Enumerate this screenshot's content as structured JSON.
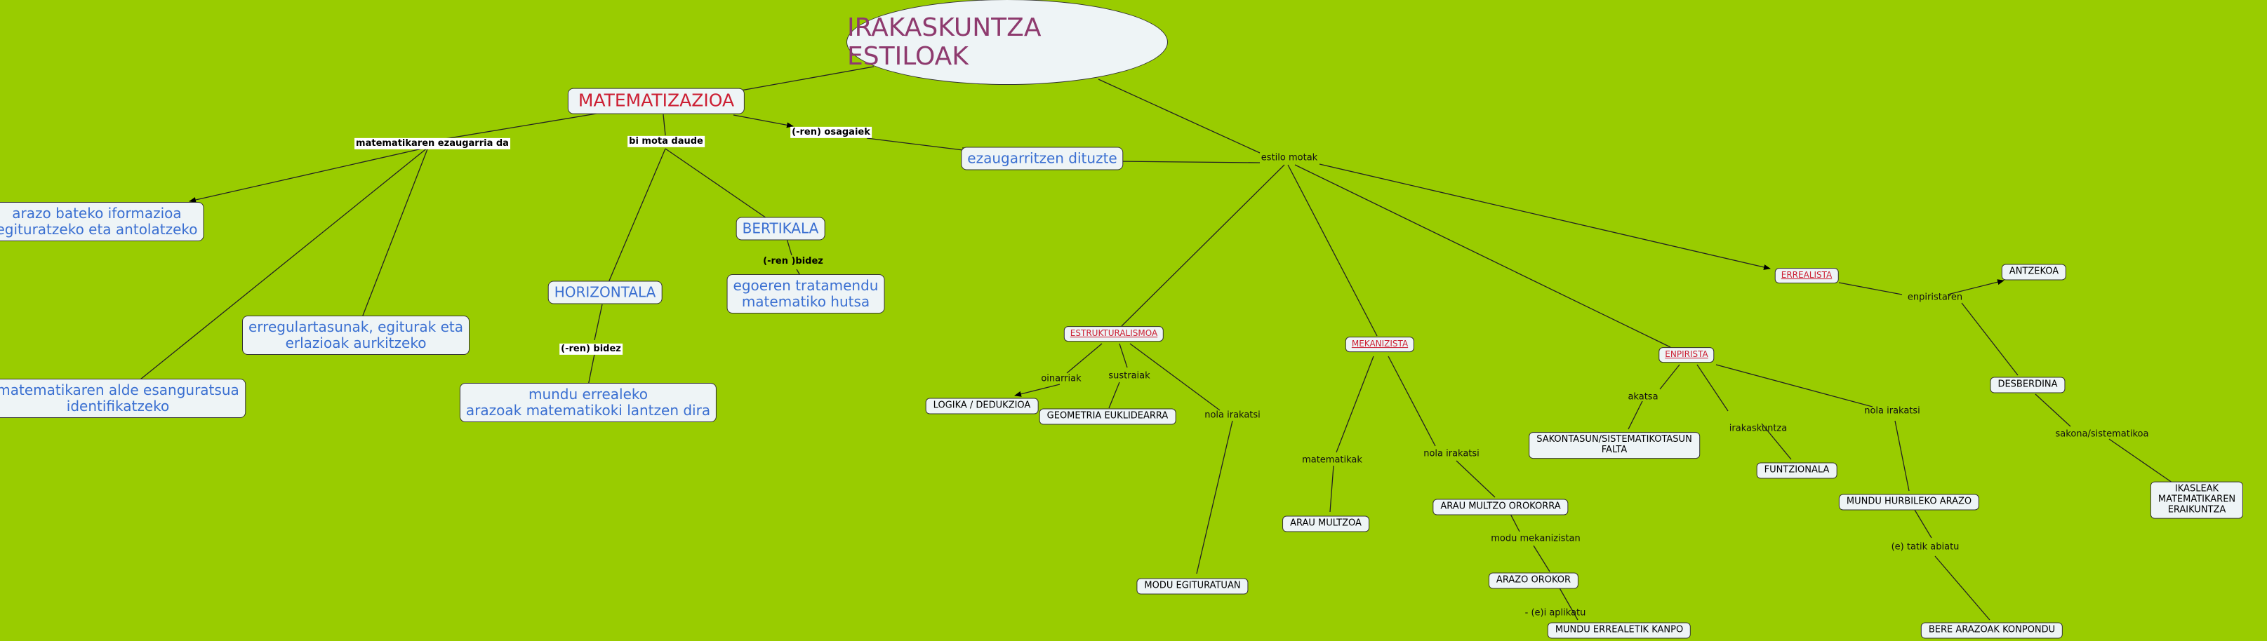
{
  "title": "IRAKASKUNTZA ESTILOAK",
  "nodes": {
    "matematizazioa": "MATEMATIZAZIOA",
    "ezaugarritzen": "ezaugarritzen dituzte",
    "arazo_bateko": "arazo bateko iformazioa\negituratzeko eta antolatzeko",
    "erregulartasunak": "erregulartasunak, egiturak eta\nerlazioak aurkitzeko",
    "matematikaren_alde": "matematikaren alde esanguratsua\nidentifikatzeko",
    "horizontala": "HORIZONTALA",
    "bertikala": "BERTIKALA",
    "egoeren": "egoeren tratamendu\nmatematiko hutsa",
    "mundu_errealeko": "mundu errealeko\narazoak matematikoki lantzen dira",
    "estrukturalismoa": "ESTRUKTURALISMOA",
    "logika": "LOGIKA / DEDUKZIOA",
    "geometria": "GEOMETRIA EUKLIDEARRA",
    "modu_egituratuan": "MODU EGITURATUAN",
    "mekanizista": "MEKANIZISTA",
    "arau_multzoa": "ARAU MULTZOA",
    "arau_multzo_orokorra": "ARAU MULTZO OROKORRA",
    "arazo_orokor": "ARAZO OROKOR",
    "mundu_errealetik": "MUNDU ERREALETIK KANPO",
    "enpirista": "ENPIRISTA",
    "sakontasun": "SAKONTASUN/SISTEMATIKOTASUN\nFALTA",
    "funtzionala": "FUNTZIONALA",
    "mundu_hurbileko": "MUNDU HURBILEKO ARAZO",
    "bere_arazoak": "BERE ARAZOAK KONPONDU",
    "errealista": "ERREALISTA",
    "antzekoa": "ANTZEKOA",
    "desberdina": "DESBERDINA",
    "ikasleak": "IKASLEAK MATEMATIKAREN\nERAIKUNTZA"
  },
  "links": {
    "matematikaren_ezaugarria": "matematikaren ezaugarria da",
    "bi_mota": "bi mota daude",
    "ren_osagaiak": "(-ren) osagaiek",
    "ren_bidez_h": "(-ren) bidez",
    "ren_bidez_b": "(-ren )bidez",
    "estilo_motak": "estilo motak",
    "oinarriak": "oinarriak",
    "sustraiak": "sustraiak",
    "nola_irakatsi_1": "nola irakatsi",
    "matematikak": "matematikak",
    "nola_irakatsi_2": "nola irakatsi",
    "modu_mekanizistan": "modu mekanizistan",
    "e_aplikatu": "- (e)i aplikatu",
    "akatsa": "akatsa",
    "irakaskuntza": "irakaskuntza",
    "nola_irakatsi_3": "nola irakatsi",
    "e_tatik": "(e) tatik abiatu",
    "enpiristaren": "enpiristaren",
    "sakona": "sakona/sistematikoa"
  }
}
